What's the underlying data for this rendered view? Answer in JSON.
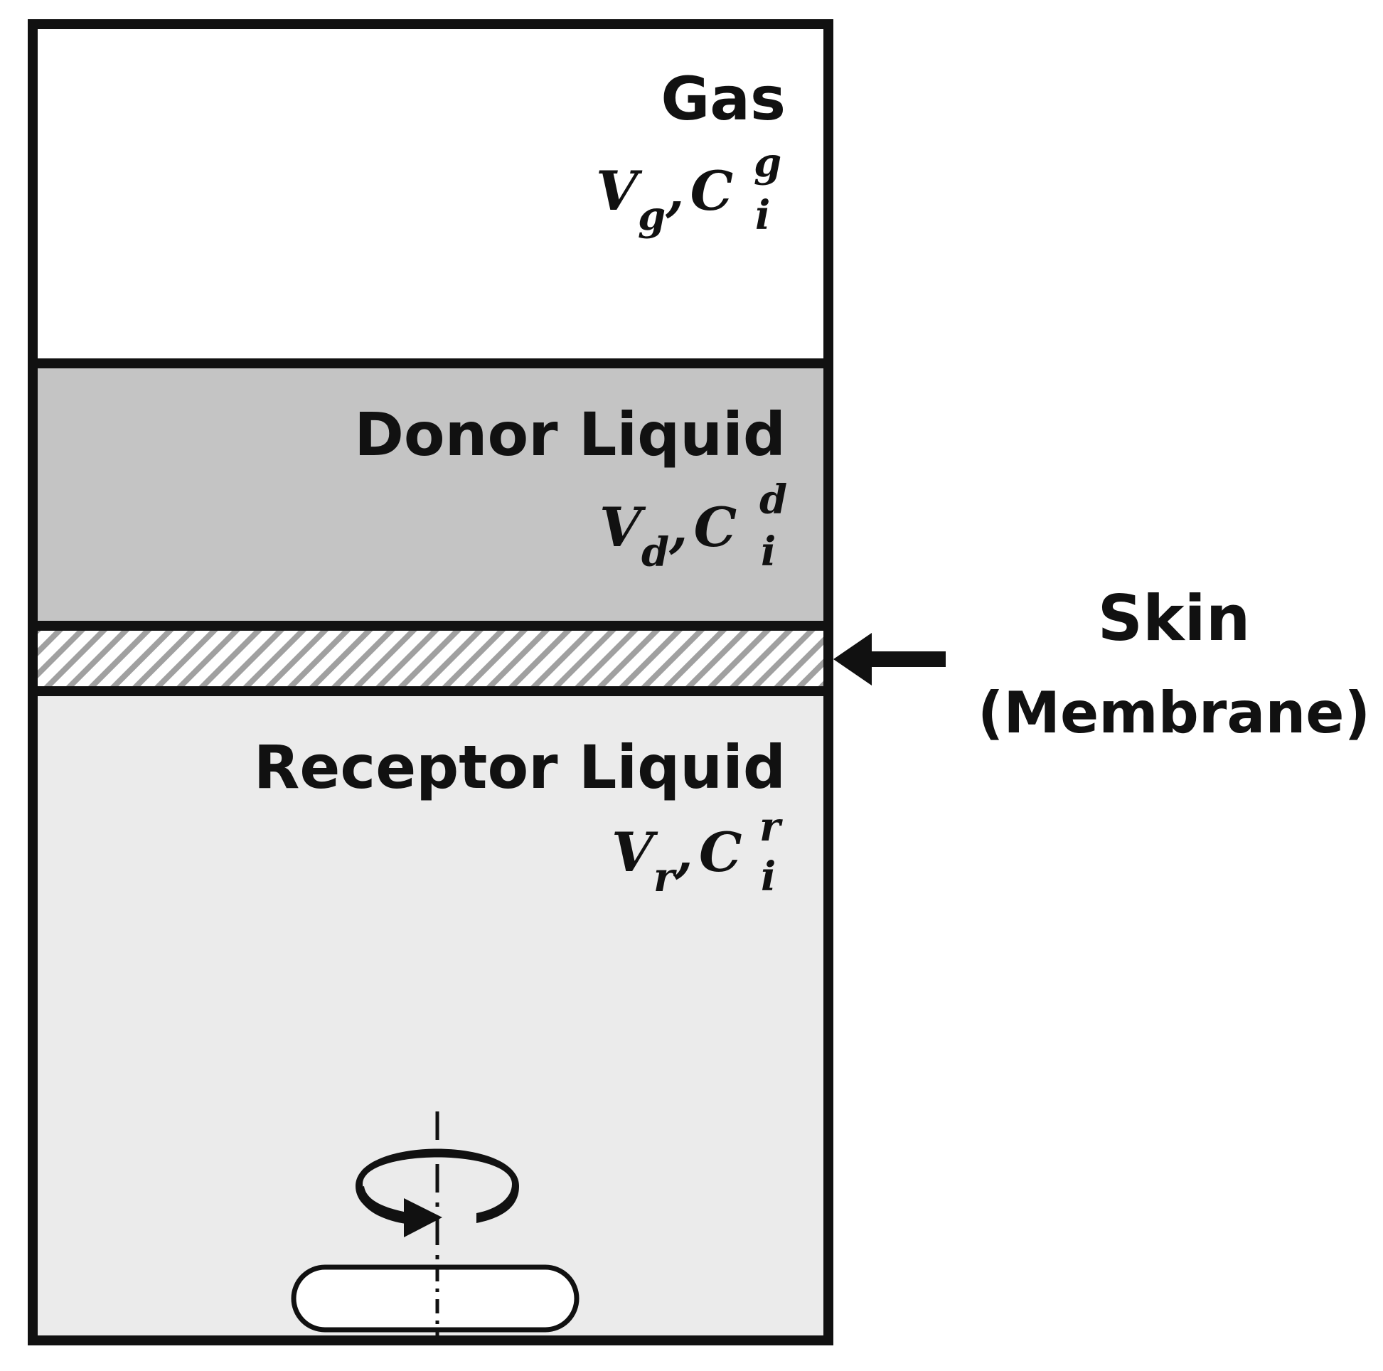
{
  "compartments": {
    "gas": {
      "title": "Gas",
      "volume_symbol": "V",
      "volume_subscript": "g",
      "comma": ",",
      "conc_symbol": "C",
      "conc_superscript": "g",
      "conc_subscript": "i",
      "fill": "#ffffff"
    },
    "donor": {
      "title": "Donor Liquid",
      "volume_symbol": "V",
      "volume_subscript": "d",
      "comma": ",",
      "conc_symbol": "C",
      "conc_superscript": "d",
      "conc_subscript": "i",
      "fill": "#c4c4c4"
    },
    "receptor": {
      "title": "Receptor Liquid",
      "volume_symbol": "V",
      "volume_subscript": "r",
      "comma": ",",
      "conc_symbol": "C",
      "conc_superscript": "r",
      "conc_subscript": "i",
      "fill": "#ebebeb"
    }
  },
  "membrane": {
    "label_line1": "Skin",
    "label_line2": "(Membrane)",
    "hatch_color": "#a0a0a0"
  },
  "stirrer": {
    "icon": "rotation-arrow-icon"
  },
  "colors": {
    "outline": "#111111"
  }
}
